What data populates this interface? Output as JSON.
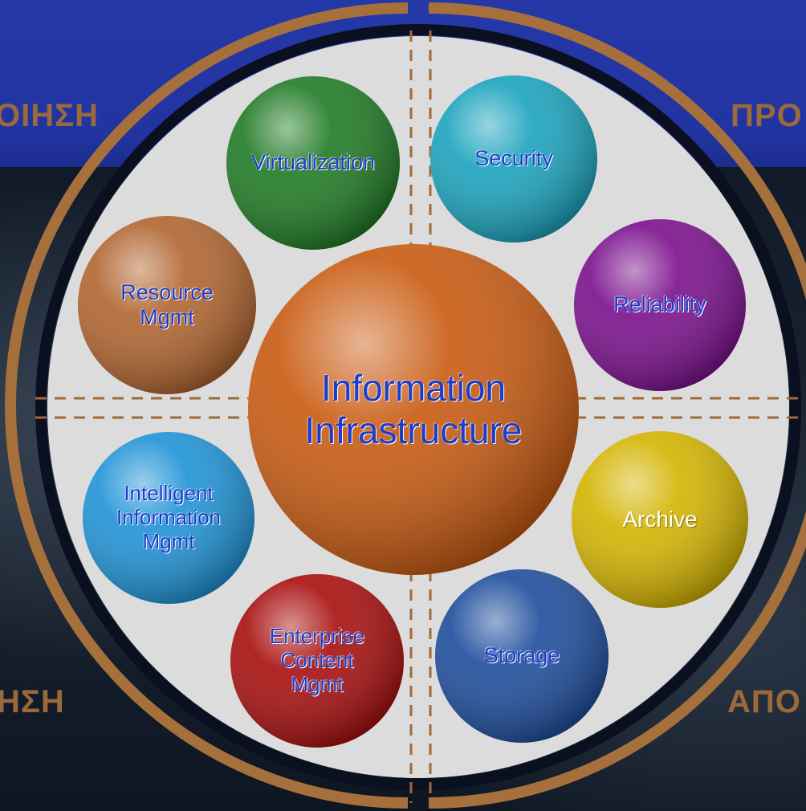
{
  "corners": {
    "top_left": "ΟΙΗΣΗ",
    "top_right": "ΠΡΟ",
    "bottom_left": "ΗΣΗ",
    "bottom_right": "ΑΠΟ"
  },
  "center": {
    "label": "Information\nInfrastructure",
    "color": "#c95a10"
  },
  "nodes": [
    {
      "id": "virtualization",
      "label": "Virtualization",
      "color": "#1f7a24"
    },
    {
      "id": "security",
      "label": "Security",
      "color": "#1aa3bd"
    },
    {
      "id": "reliability",
      "label": "Reliability",
      "color": "#7a0f8c"
    },
    {
      "id": "archive",
      "label": "Archive",
      "color": "#d4b400"
    },
    {
      "id": "storage",
      "label": "Storage",
      "color": "#1d4c9c"
    },
    {
      "id": "enterprise-content-mgmt",
      "label": "Enterprise\nContent\nMgmt",
      "color": "#a80d0d"
    },
    {
      "id": "intelligent-information-mgmt",
      "label": "Intelligent\nInformation\nMgmt",
      "color": "#1e93d6"
    },
    {
      "id": "resource-mgmt",
      "label": "Resource\nMgmt",
      "color": "#b0642e"
    }
  ],
  "colors": {
    "ring": "#a6703c",
    "disc": "#dcdcdc",
    "divider": "#a06a38",
    "label": "#1e3cc8"
  }
}
